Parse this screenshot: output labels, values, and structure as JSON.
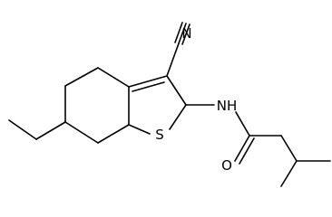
{
  "atoms": [
    {
      "key": "N_nitrile",
      "text": "N"
    },
    {
      "key": "NH_amide",
      "text": "NH"
    },
    {
      "key": "S_thiophene",
      "text": "S"
    },
    {
      "key": "O_carbonyl",
      "text": "O"
    }
  ]
}
